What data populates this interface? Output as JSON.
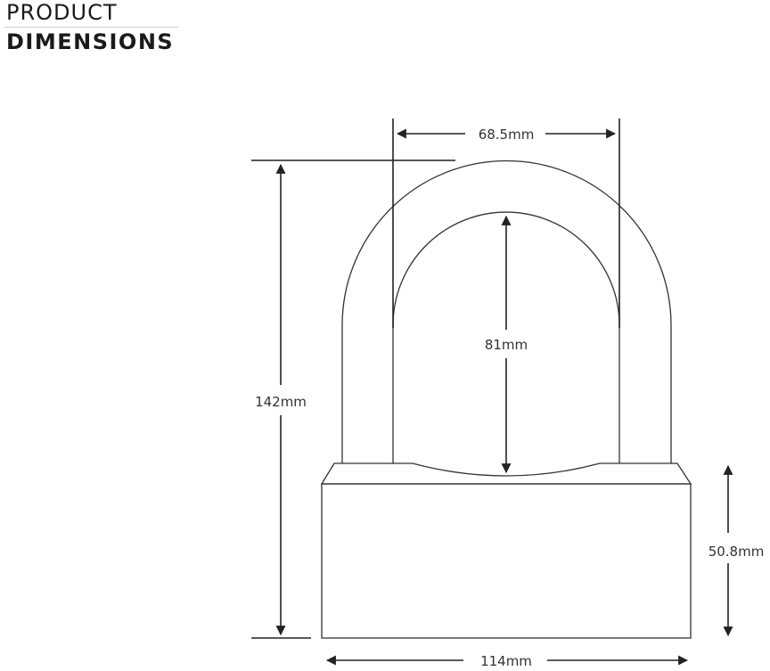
{
  "header": {
    "title_line1": "PRODUCT",
    "title_line2": "DIMENSIONS"
  },
  "dimensions": {
    "shackle_width": "68.5mm",
    "total_height": "142mm",
    "shackle_clearance": "81mm",
    "body_height": "50.8mm",
    "body_width": "114mm"
  },
  "colors": {
    "outline": "#333333",
    "dimension_line": "#222222"
  }
}
